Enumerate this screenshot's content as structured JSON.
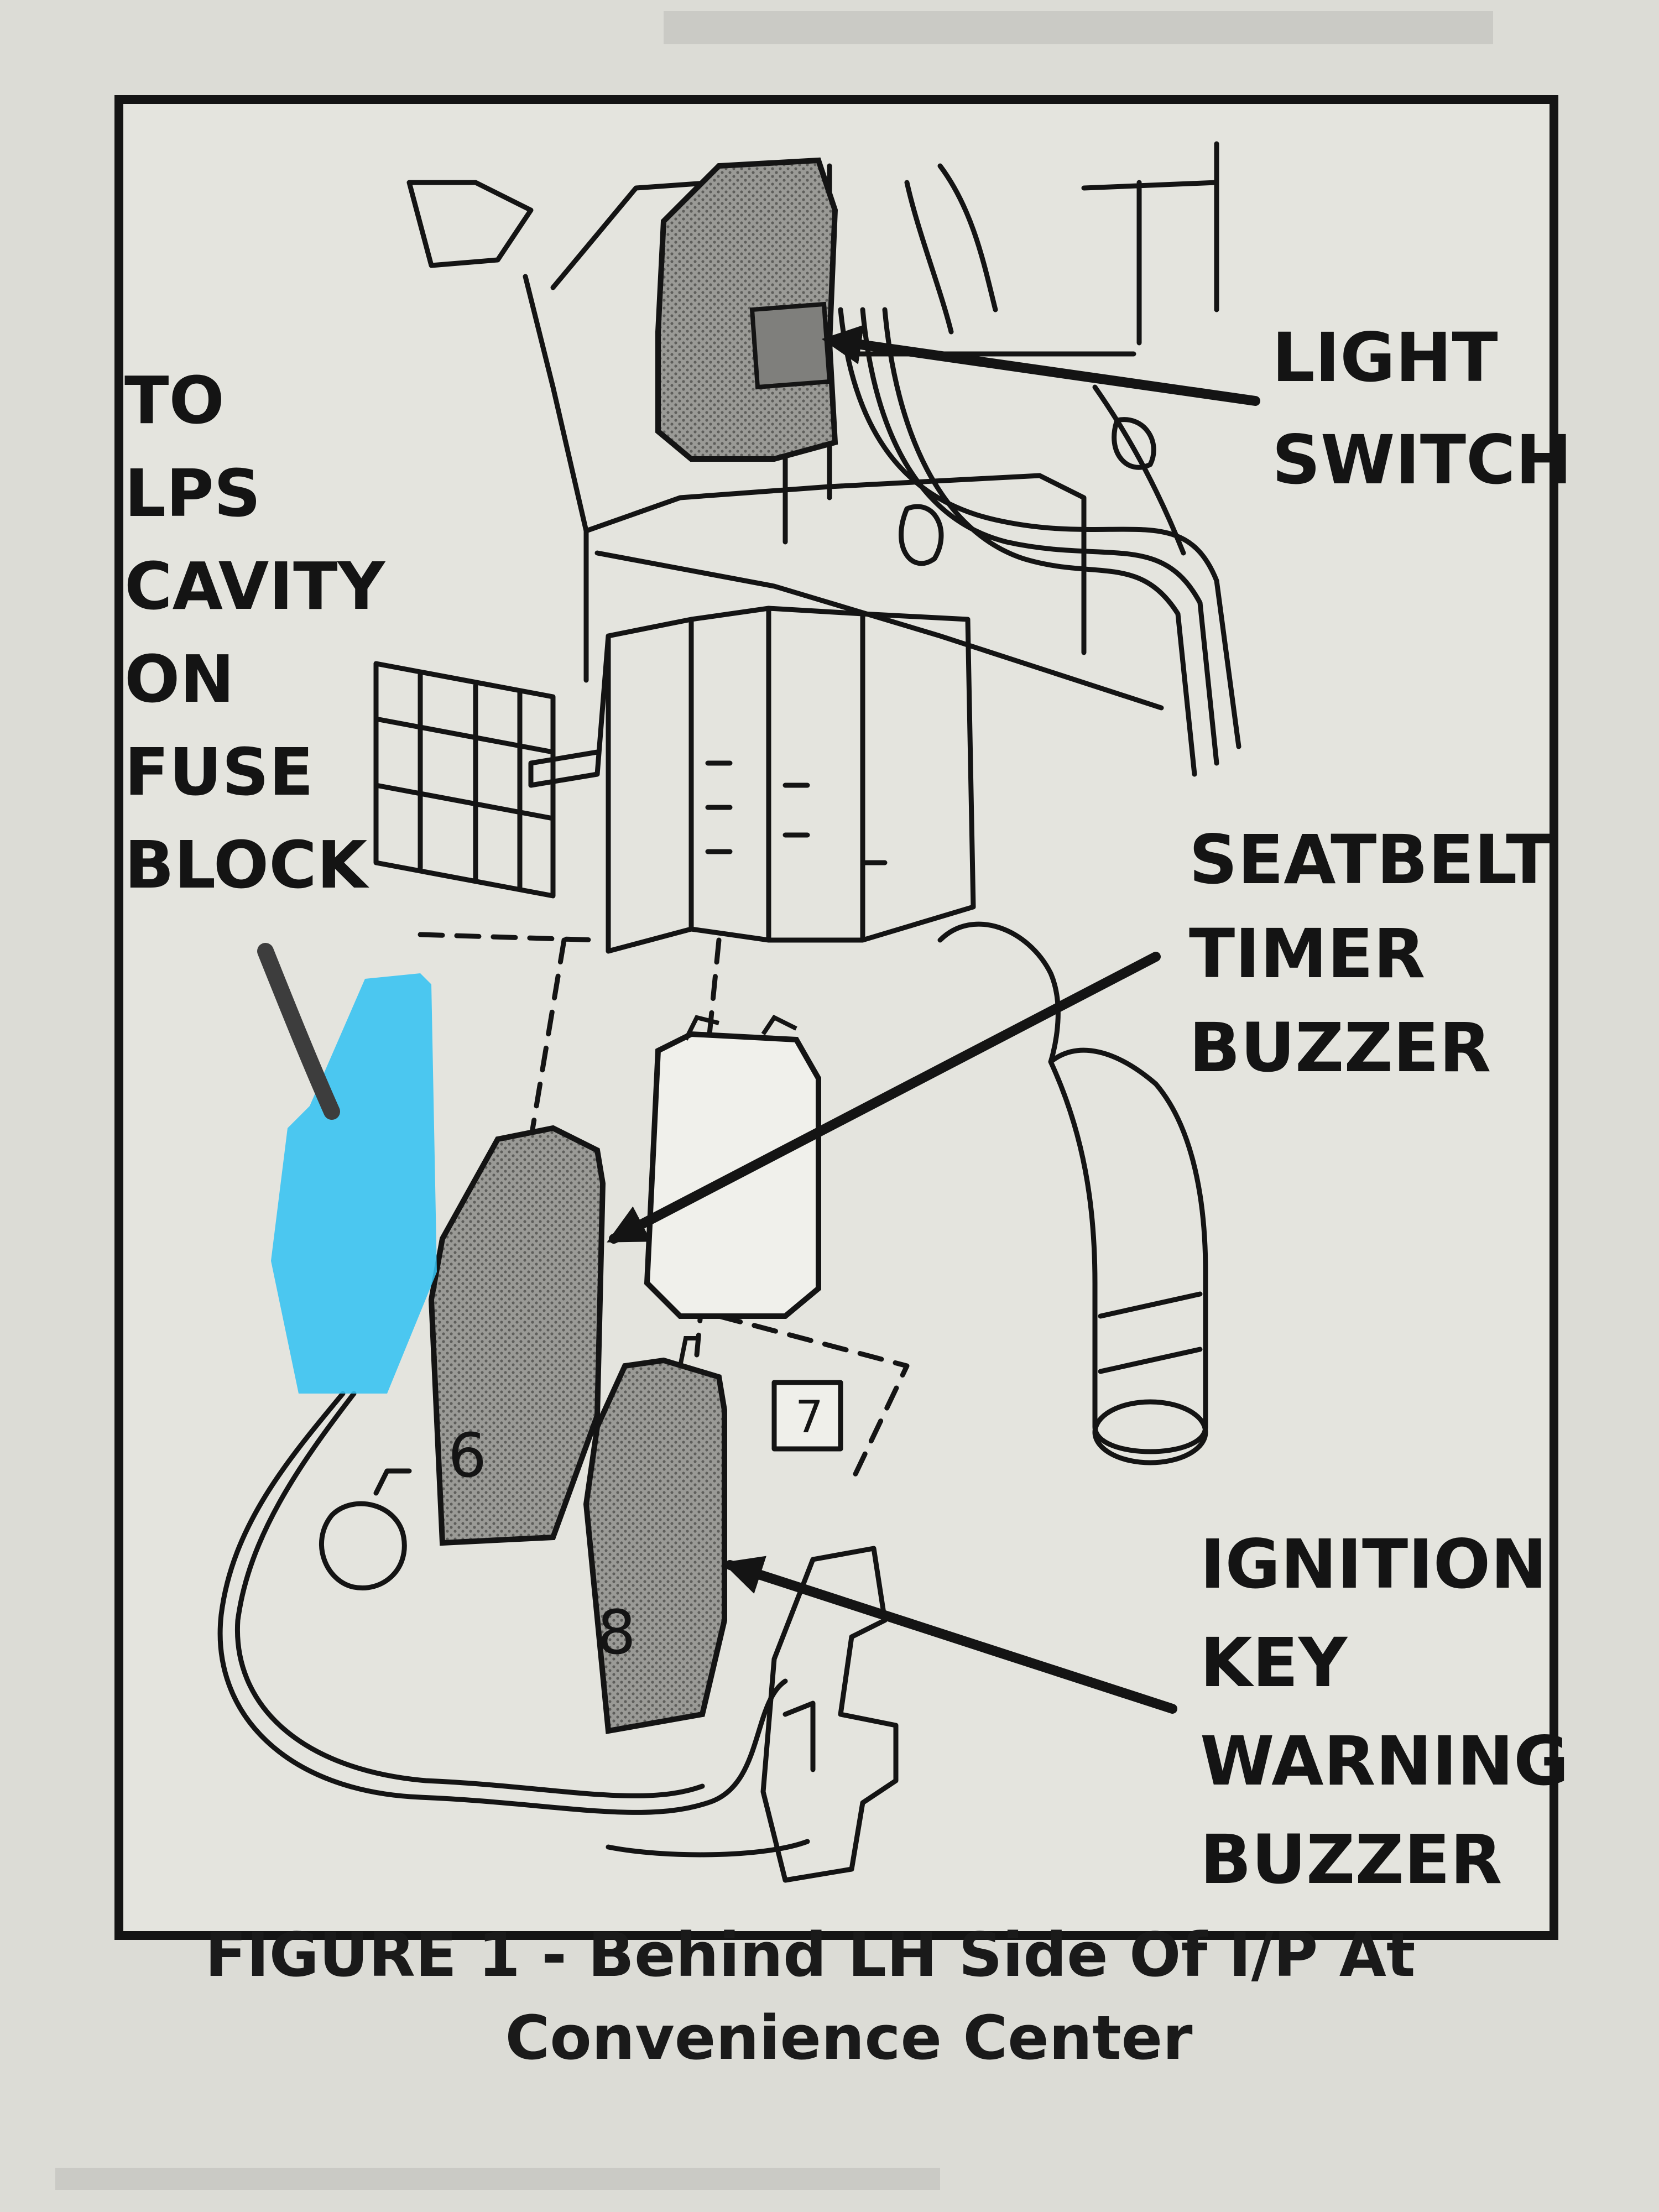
{
  "labels": {
    "fuse_block": [
      "TO",
      "LPS",
      "CAVITY",
      "ON",
      "FUSE",
      "BLOCK"
    ],
    "light_switch": [
      "LIGHT",
      "SWITCH"
    ],
    "seatbelt_buzzer": [
      "SEATBELT",
      "TIMER",
      "BUZZER"
    ],
    "ignition_buzzer": [
      "IGNITION",
      "KEY",
      "WARNING",
      "BUZZER"
    ]
  },
  "caption": {
    "line1": "FIGURE 1 - Behind LH Side Of I/P At",
    "line2": "Convenience Center"
  },
  "component_numbers": {
    "seatbelt_module": "6",
    "ignition_module": "8",
    "small_box": "7"
  },
  "colors": {
    "paper": "#dcdcd6",
    "ink": "#141414",
    "module_fill": "#8d8d8a",
    "highlight": "#35c3f2"
  }
}
